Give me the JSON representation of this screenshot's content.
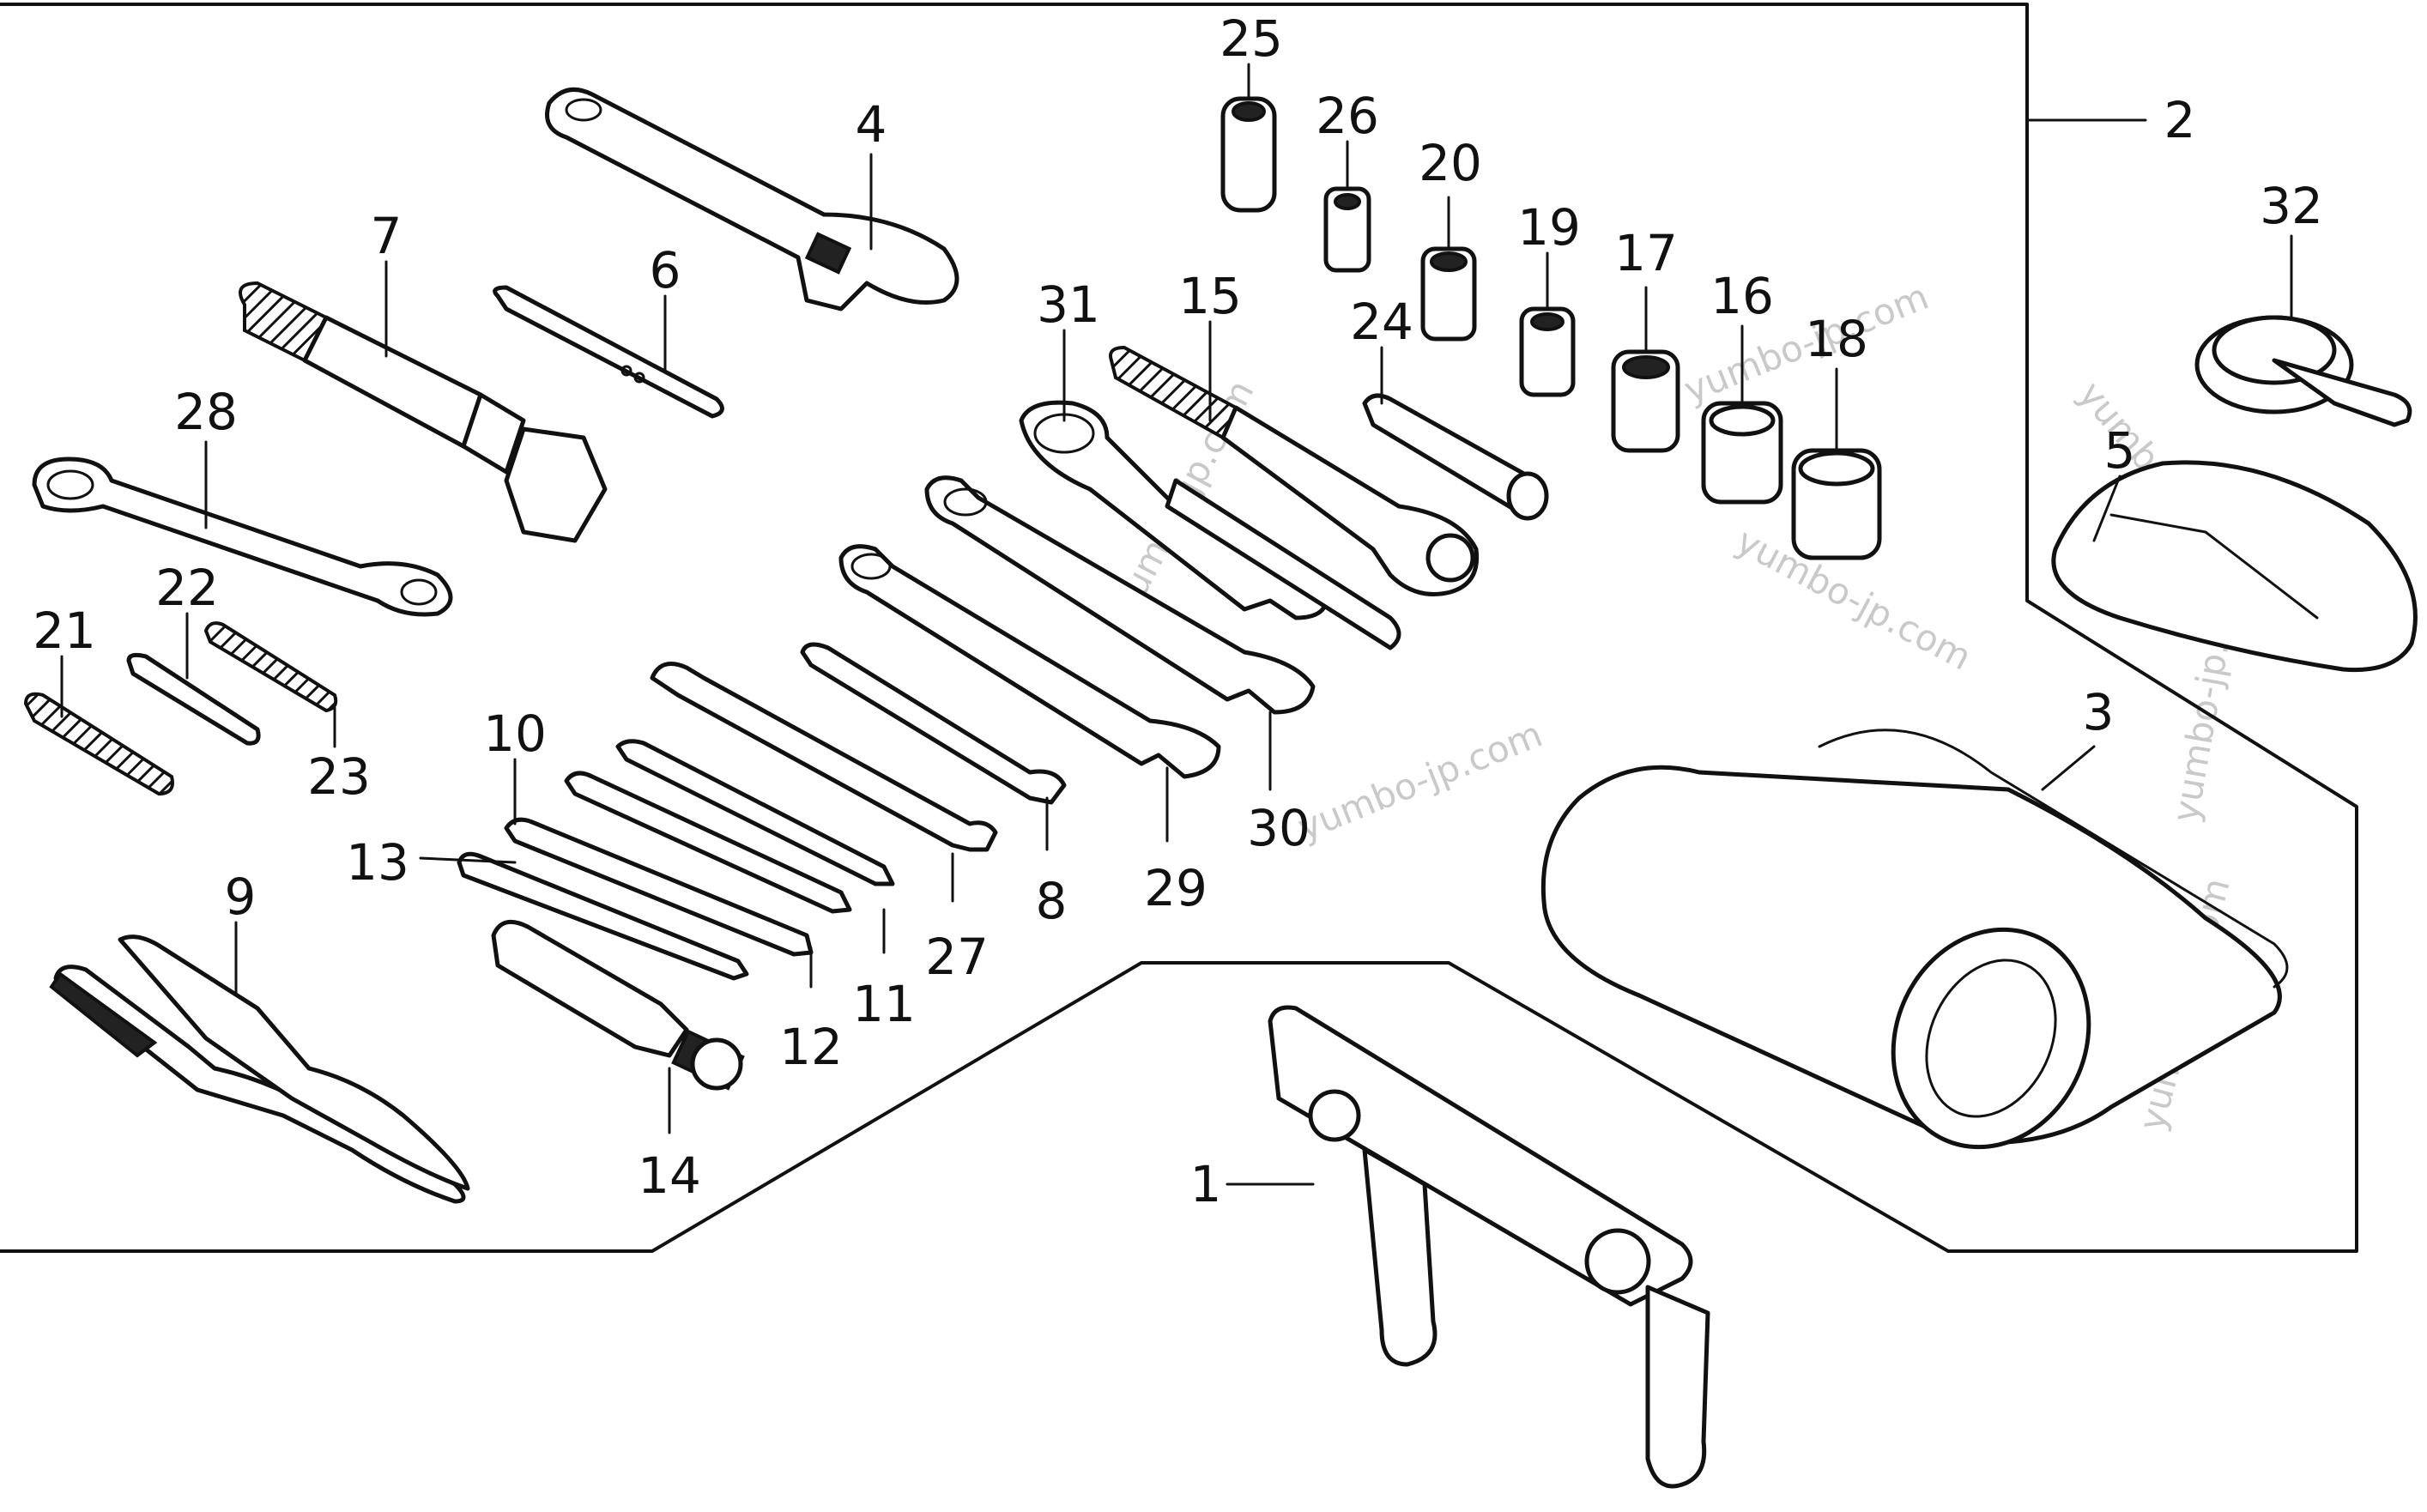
{
  "callouts": {
    "c1": "1",
    "c2": "2",
    "c3": "3",
    "c4": "4",
    "c5": "5",
    "c6": "6",
    "c7": "7",
    "c8": "8",
    "c9": "9",
    "c10": "10",
    "c11": "11",
    "c12": "12",
    "c13": "13",
    "c14": "14",
    "c15": "15",
    "c16": "16",
    "c17": "17",
    "c18": "18",
    "c19": "19",
    "c20": "20",
    "c21": "21",
    "c22": "22",
    "c23": "23",
    "c24": "24",
    "c25": "25",
    "c26": "26",
    "c27": "27",
    "c28": "28",
    "c29": "29",
    "c30": "30",
    "c31": "31",
    "c32": "32"
  },
  "watermarks": {
    "w1": "yumbo-jp.com",
    "w2": "yumbo-jp.com",
    "w3": "yumbo-jp.com",
    "w4": "yumbo-jp.com",
    "w5": "yumbo-jp.com",
    "w6": "yumbo-jp.com",
    "w7": "yumbo-jp.com"
  },
  "colors": {
    "ink": "#111111",
    "paper": "#ffffff",
    "watermark": "#c9c9c9"
  }
}
